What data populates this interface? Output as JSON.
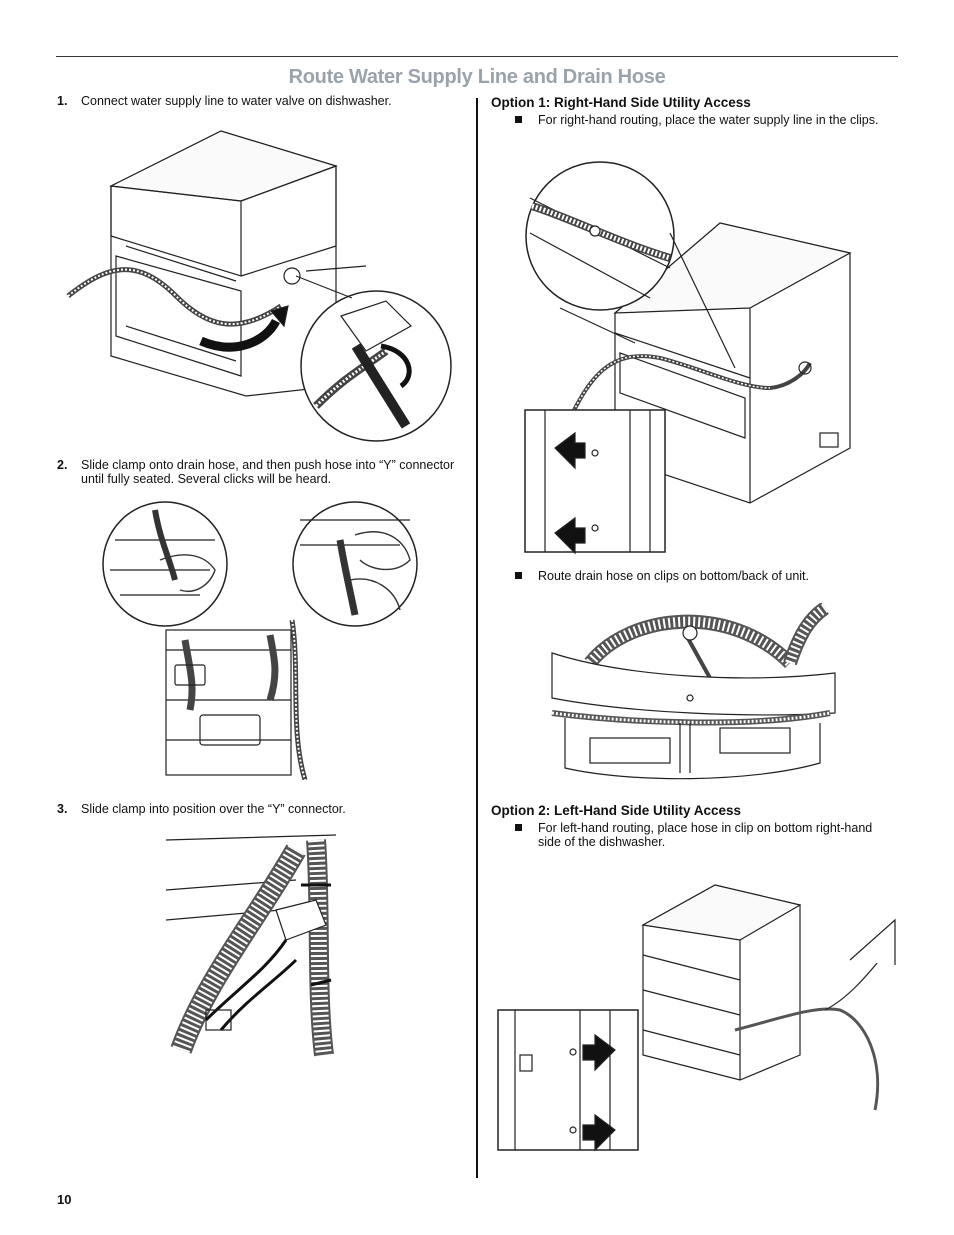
{
  "page": {
    "title": "Route Water Supply Line and Drain Hose",
    "page_number": "10"
  },
  "left": {
    "step1": {
      "num": "1.",
      "text": "Connect water supply line to water valve on dishwasher."
    },
    "step2": {
      "num": "2.",
      "text": "Slide clamp onto drain hose, and then push hose into “Y” connector until fully seated. Several clicks will be heard."
    },
    "step3": {
      "num": "3.",
      "text": "Slide clamp into position over the “Y” connector."
    }
  },
  "right": {
    "option1": {
      "heading": "Option 1: Right-Hand Side Utility Access",
      "bullet1": "For right-hand routing, place the water supply line in the clips.",
      "bullet2": "Route drain hose on clips on bottom/back of unit."
    },
    "option2": {
      "heading": "Option 2: Left-Hand Side Utility Access",
      "bullet1": "For left-hand routing, place hose in clip on bottom right-hand side of the dishwasher."
    }
  }
}
